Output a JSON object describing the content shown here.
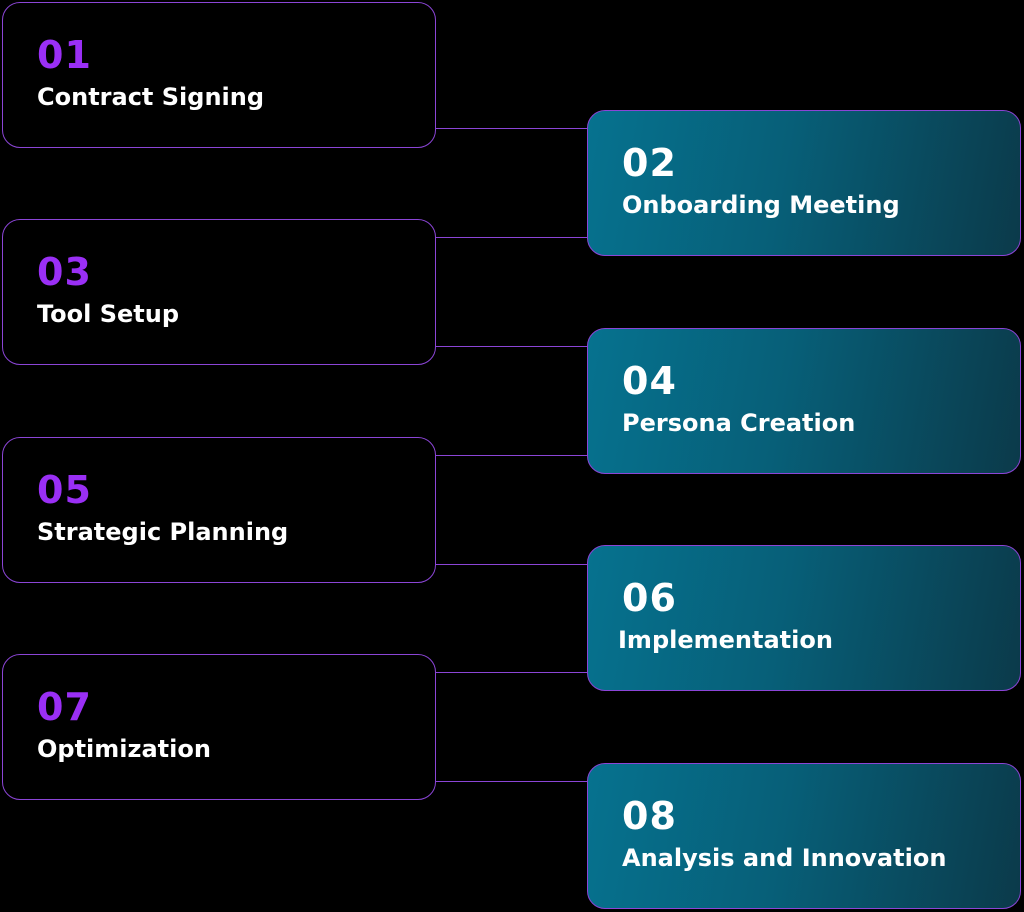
{
  "steps": [
    {
      "number": "01",
      "label": "Contract Signing"
    },
    {
      "number": "02",
      "label": "Onboarding Meeting"
    },
    {
      "number": "03",
      "label": "Tool Setup"
    },
    {
      "number": "04",
      "label": "Persona Creation"
    },
    {
      "number": "05",
      "label": "Strategic Planning"
    },
    {
      "number": "06",
      "label": "Implementation"
    },
    {
      "number": "07",
      "label": "Optimization"
    },
    {
      "number": "08",
      "label": "Analysis and Innovation"
    }
  ],
  "colors": {
    "accent": "#9a2ff5",
    "border": "#8b45d6",
    "teal": "#06728f"
  }
}
